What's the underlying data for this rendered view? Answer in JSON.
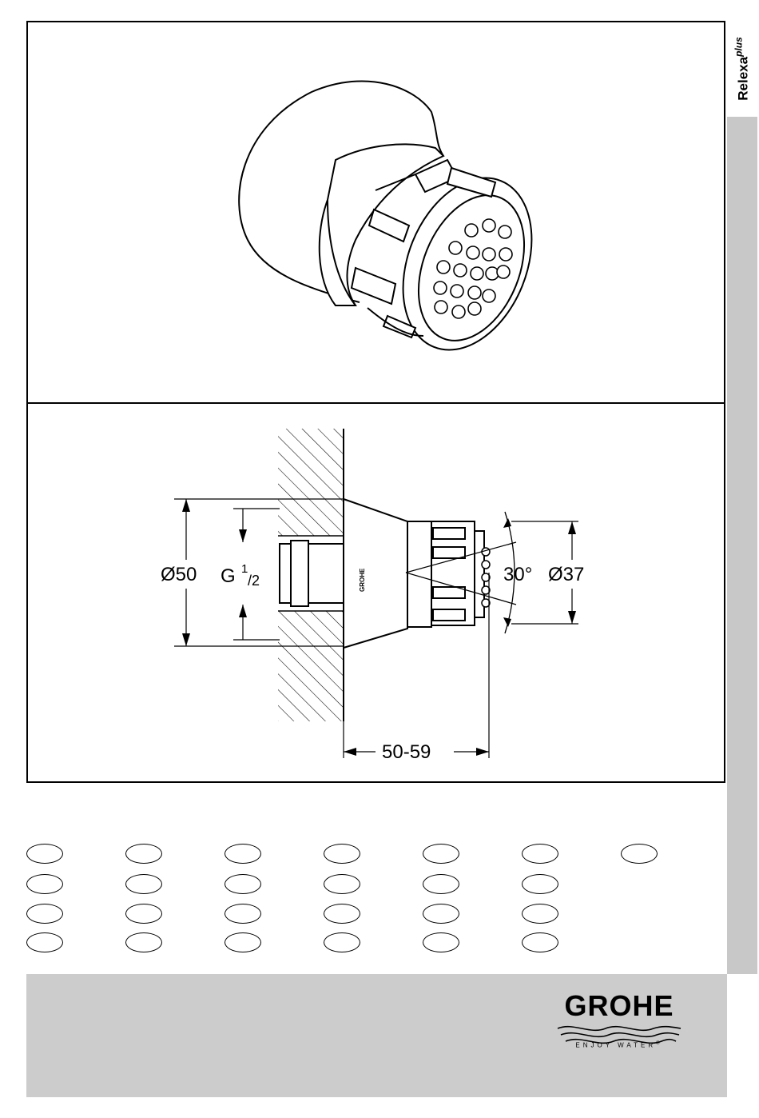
{
  "side_label": {
    "main": "Relexa",
    "sup": "plus"
  },
  "drawing": {
    "dim_outer": "Ø50",
    "dim_thread_g": "G",
    "dim_thread_num": "1",
    "dim_thread_den": "/2",
    "dim_angle": "30°",
    "dim_head": "Ø37",
    "dim_length": "50-59",
    "body_mark": "GROHE"
  },
  "language_ovals": {
    "rows": [
      7,
      6,
      6,
      6
    ]
  },
  "footer": {
    "brand": "GROHE",
    "tagline": "ENJOY WATER",
    "registered": "®"
  }
}
